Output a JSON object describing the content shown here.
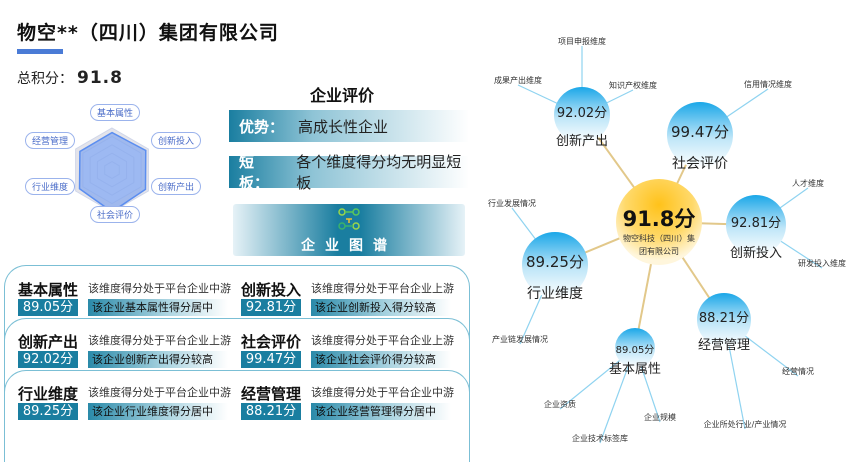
{
  "header": {
    "company": "物空**（四川）集团有限公司",
    "total_label": "总积分：",
    "total_score": "91.8"
  },
  "radar": {
    "axes": [
      "基本属性",
      "创新投入",
      "创新产出",
      "社会评价",
      "行业维度",
      "经营管理"
    ],
    "values": [
      89.05,
      92.81,
      92.02,
      99.47,
      89.25,
      88.21
    ],
    "color": "#5b8ef0"
  },
  "evaluation": {
    "title": "企业评价",
    "strength_label": "优势：",
    "strength": "高成长性企业",
    "weakness_label": "短板：",
    "weakness": "各个维度得分均无明显短板",
    "graph_button": "企业图谱"
  },
  "dimensions": [
    {
      "name": "基本属性",
      "score": "89.05分",
      "desc": "该维度得分处于平台企业中游",
      "note": "该企业基本属性得分居中"
    },
    {
      "name": "创新投入",
      "score": "92.81分",
      "desc": "该维度得分处于平台企业上游",
      "note": "该企业创新投入得分较高"
    },
    {
      "name": "创新产出",
      "score": "92.02分",
      "desc": "该维度得分处于平台企业上游",
      "note": "该企业创新产出得分较高"
    },
    {
      "name": "社会评价",
      "score": "99.47分",
      "desc": "该维度得分处于平台企业上游",
      "note": "该企业社会评价得分较高"
    },
    {
      "name": "行业维度",
      "score": "89.25分",
      "desc": "该维度得分处于平台企业中游",
      "note": "该企业行业维度得分居中"
    },
    {
      "name": "经营管理",
      "score": "88.21分",
      "desc": "该维度得分处于平台企业中游",
      "note": "该企业经营管理得分居中"
    }
  ],
  "graph": {
    "center": {
      "score": "91.8分",
      "name1": "物空科技（四川）集",
      "name2": "团有限公司"
    },
    "nodes": [
      {
        "score": "92.02分",
        "name": "创新产出",
        "leaves": [
          "项目申报维度",
          "成果产出维度",
          "知识产权维度"
        ]
      },
      {
        "score": "99.47分",
        "name": "社会评价",
        "leaves": [
          "信用情况维度"
        ]
      },
      {
        "score": "92.81分",
        "name": "创新投入",
        "leaves": [
          "人才维度",
          "研发投入维度"
        ]
      },
      {
        "score": "89.25分",
        "name": "行业维度",
        "leaves": [
          "行业发展情况",
          "产业链发展情况"
        ]
      },
      {
        "score": "88.21分",
        "name": "经营管理",
        "leaves": [
          "经营情况",
          "企业所处行业/产业情况"
        ]
      },
      {
        "score": "89.05分",
        "name": "基本属性",
        "leaves": [
          "企业资质",
          "企业技术标签库",
          "企业规模"
        ]
      }
    ]
  }
}
